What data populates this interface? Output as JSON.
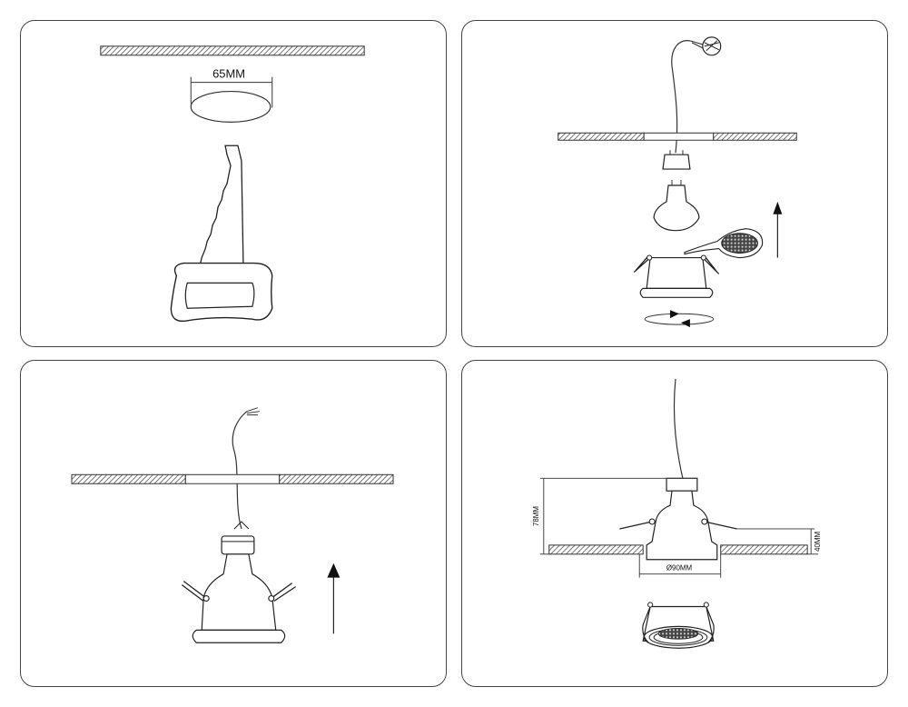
{
  "steps": [
    {
      "cut_label": "65MM"
    },
    {},
    {},
    {
      "height_total": "78MM",
      "height_visible": "40MM",
      "diameter": "Ø90MM"
    }
  ]
}
